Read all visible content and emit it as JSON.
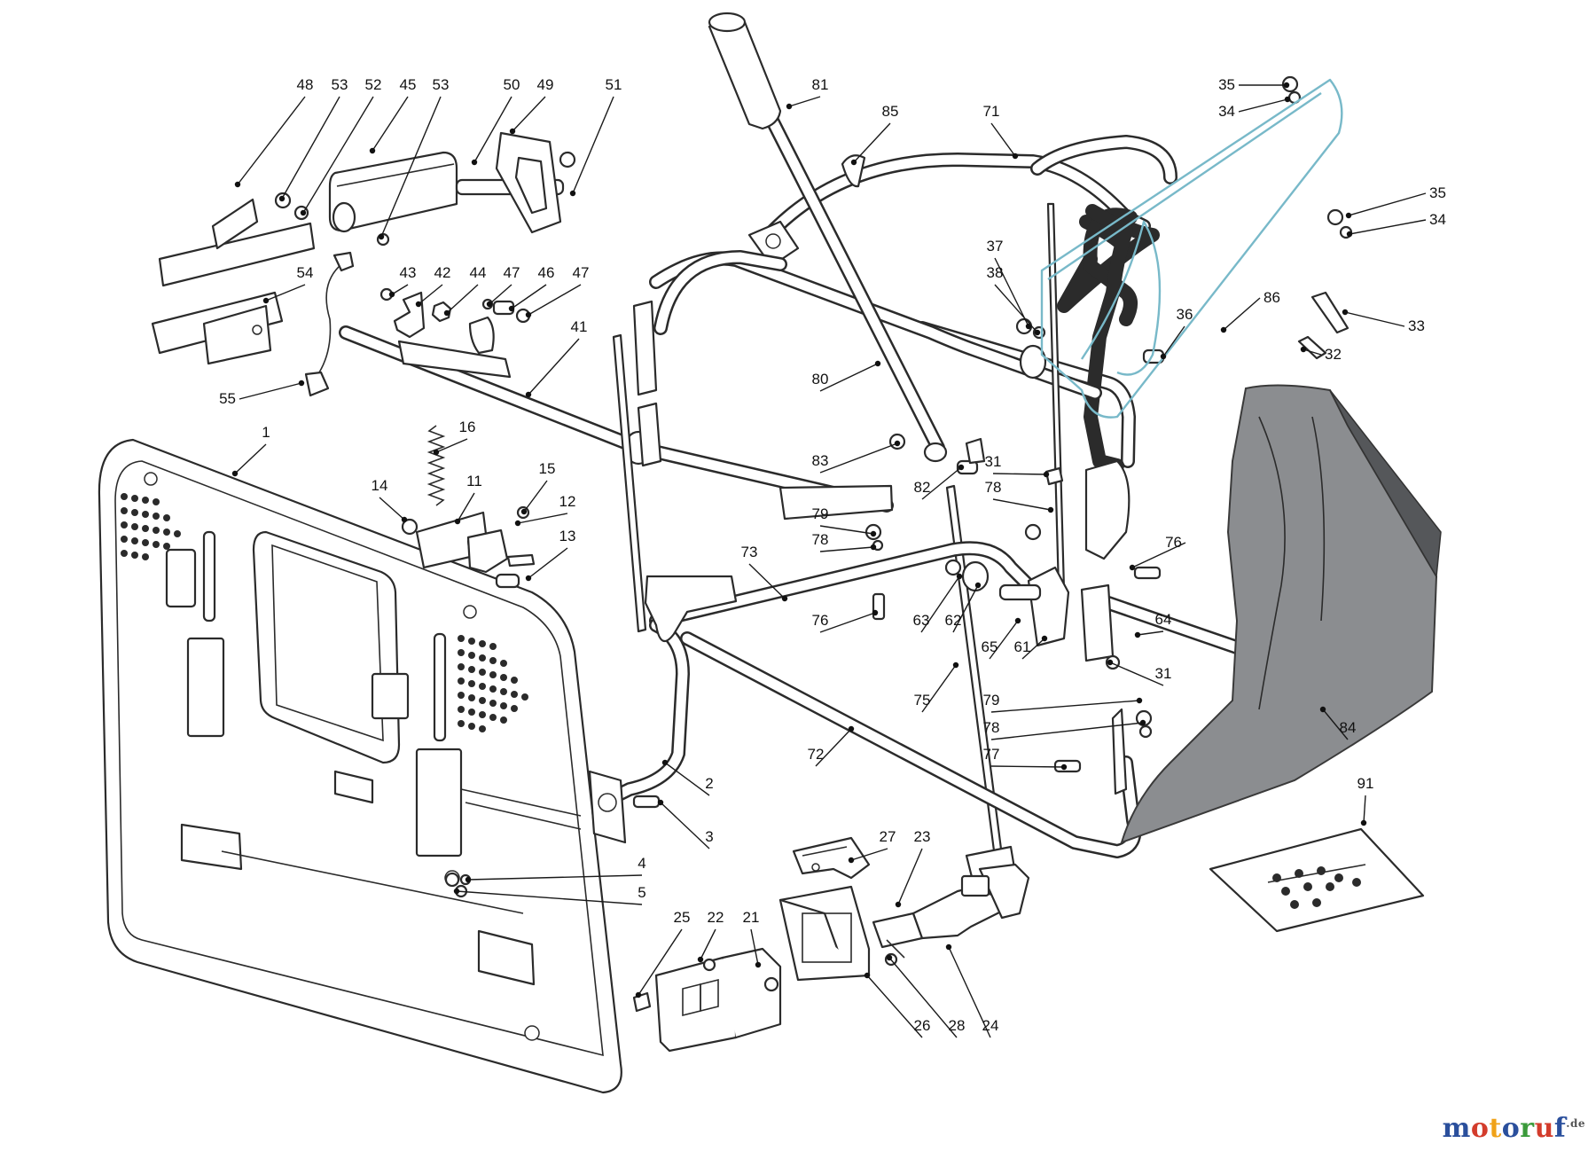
{
  "diagram": {
    "callouts": [
      "48",
      "53",
      "52",
      "45",
      "53",
      "50",
      "49",
      "51",
      "81",
      "85",
      "71",
      "35",
      "34",
      "35",
      "34",
      "43",
      "42",
      "44",
      "47",
      "46",
      "47",
      "54",
      "41",
      "55",
      "37",
      "38",
      "36",
      "86",
      "33",
      "32",
      "80",
      "83",
      "82",
      "31",
      "78",
      "76",
      "16",
      "1",
      "14",
      "11",
      "15",
      "12",
      "13",
      "79",
      "78",
      "73",
      "76",
      "63",
      "62",
      "65",
      "61",
      "64",
      "31",
      "75",
      "79",
      "78",
      "77",
      "72",
      "84",
      "2",
      "3",
      "4",
      "5",
      "27",
      "23",
      "91",
      "25",
      "22",
      "21",
      "26",
      "28",
      "24"
    ]
  },
  "brand": {
    "letters": [
      "m",
      "o",
      "t",
      "o",
      "r",
      "u",
      "f"
    ],
    "letter_colors": [
      "#2a4f9c",
      "#d33c2c",
      "#f0a218",
      "#2a4f9c",
      "#3a9a3a",
      "#d33c2c",
      "#2a4f9c"
    ],
    "tld": ".de"
  }
}
